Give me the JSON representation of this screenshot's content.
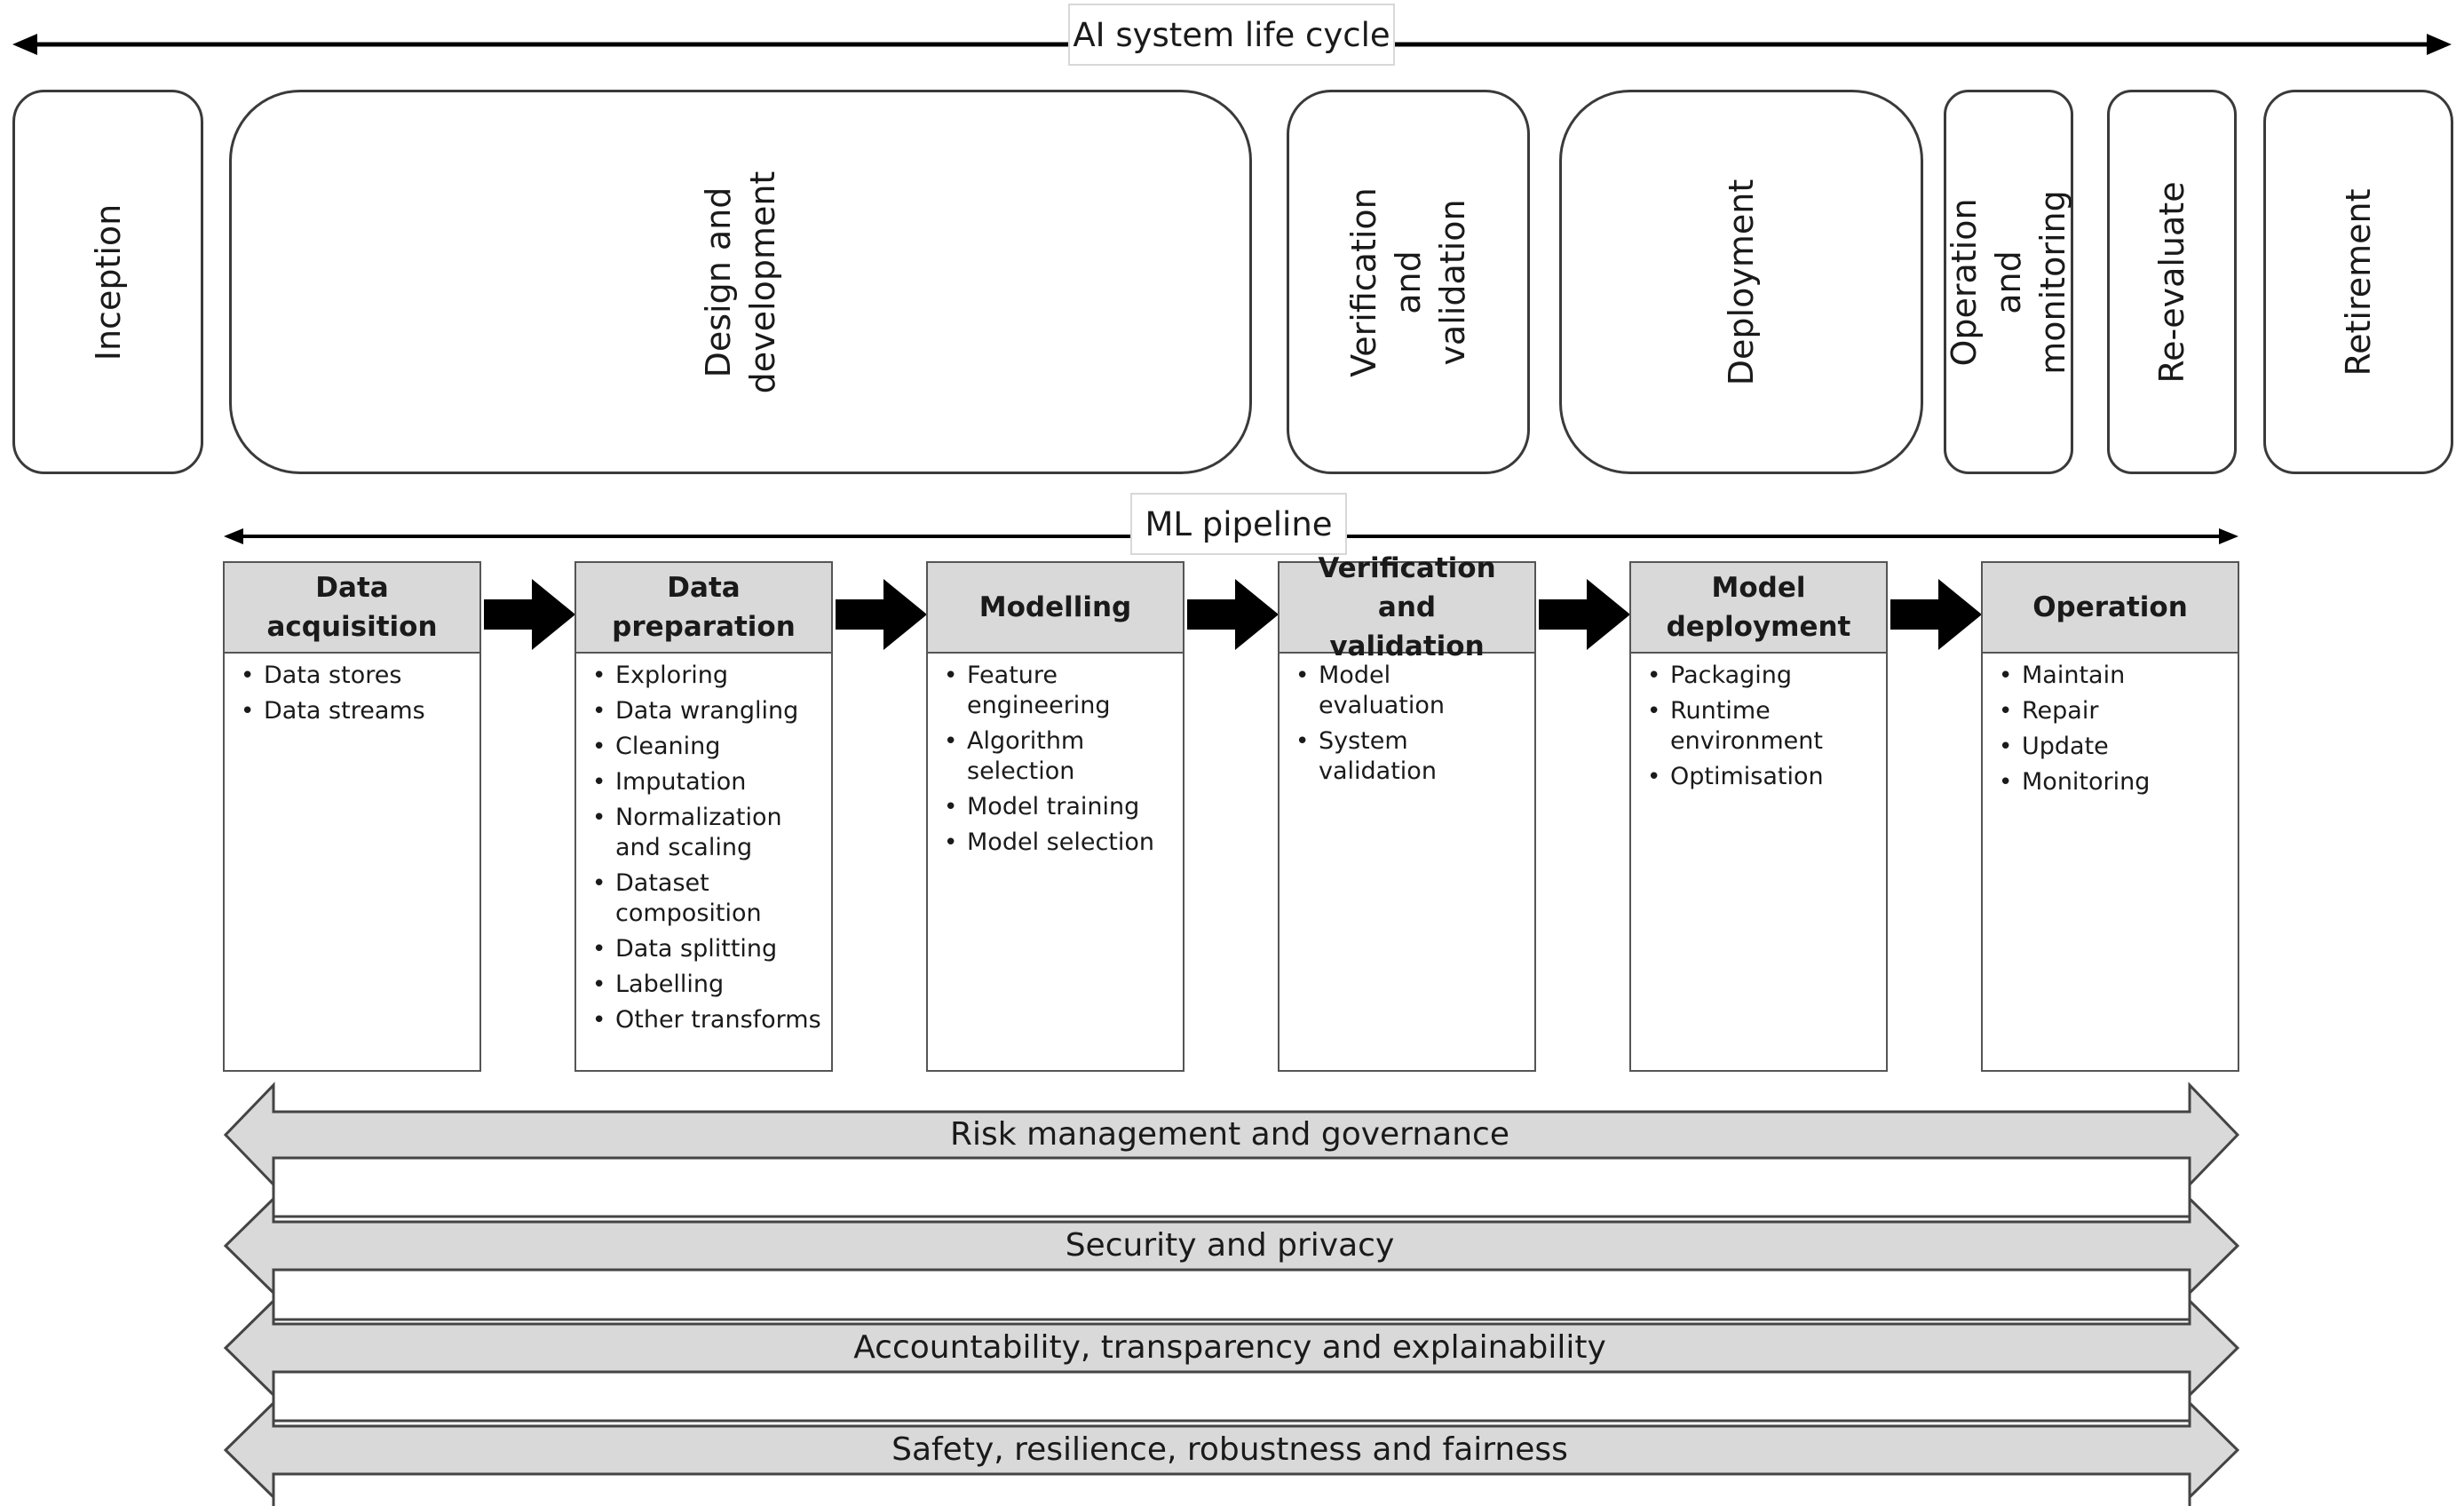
{
  "lifecycle_label": "AI system life cycle",
  "lifecycle_stages": [
    {
      "label": "Inception"
    },
    {
      "label": "Design and\ndevelopment"
    },
    {
      "label": "Verification and\nvalidation"
    },
    {
      "label": "Deployment"
    },
    {
      "label": "Operation and\nmonitoring"
    },
    {
      "label": "Re-evaluate"
    },
    {
      "label": "Retirement"
    }
  ],
  "pipeline_label": "ML pipeline",
  "pipeline_stages": [
    {
      "title": "Data\nacquisition",
      "items": [
        "Data stores",
        "Data streams"
      ]
    },
    {
      "title": "Data\npreparation",
      "items": [
        "Exploring",
        "Data wrangling",
        "Cleaning",
        "Imputation",
        "Normalization\nand scaling",
        "Dataset\ncomposition",
        "Data splitting",
        "Labelling",
        "Other transforms"
      ]
    },
    {
      "title": "Modelling",
      "items": [
        "Feature\nengineering",
        "Algorithm\nselection",
        "Model training",
        "Model selection"
      ]
    },
    {
      "title": "Verification and\nvalidation",
      "items": [
        "Model\nevaluation",
        "System\nvalidation"
      ]
    },
    {
      "title": "Model\ndeployment",
      "items": [
        "Packaging",
        "Runtime\nenvironment",
        "Optimisation"
      ]
    },
    {
      "title": "Operation",
      "items": [
        "Maintain",
        "Repair",
        "Update",
        "Monitoring"
      ]
    }
  ],
  "governance_bands": [
    "Risk management and governance",
    "Security and privacy",
    "Accountability, transparency and explainability",
    "Safety, resilience, robustness and fairness"
  ]
}
